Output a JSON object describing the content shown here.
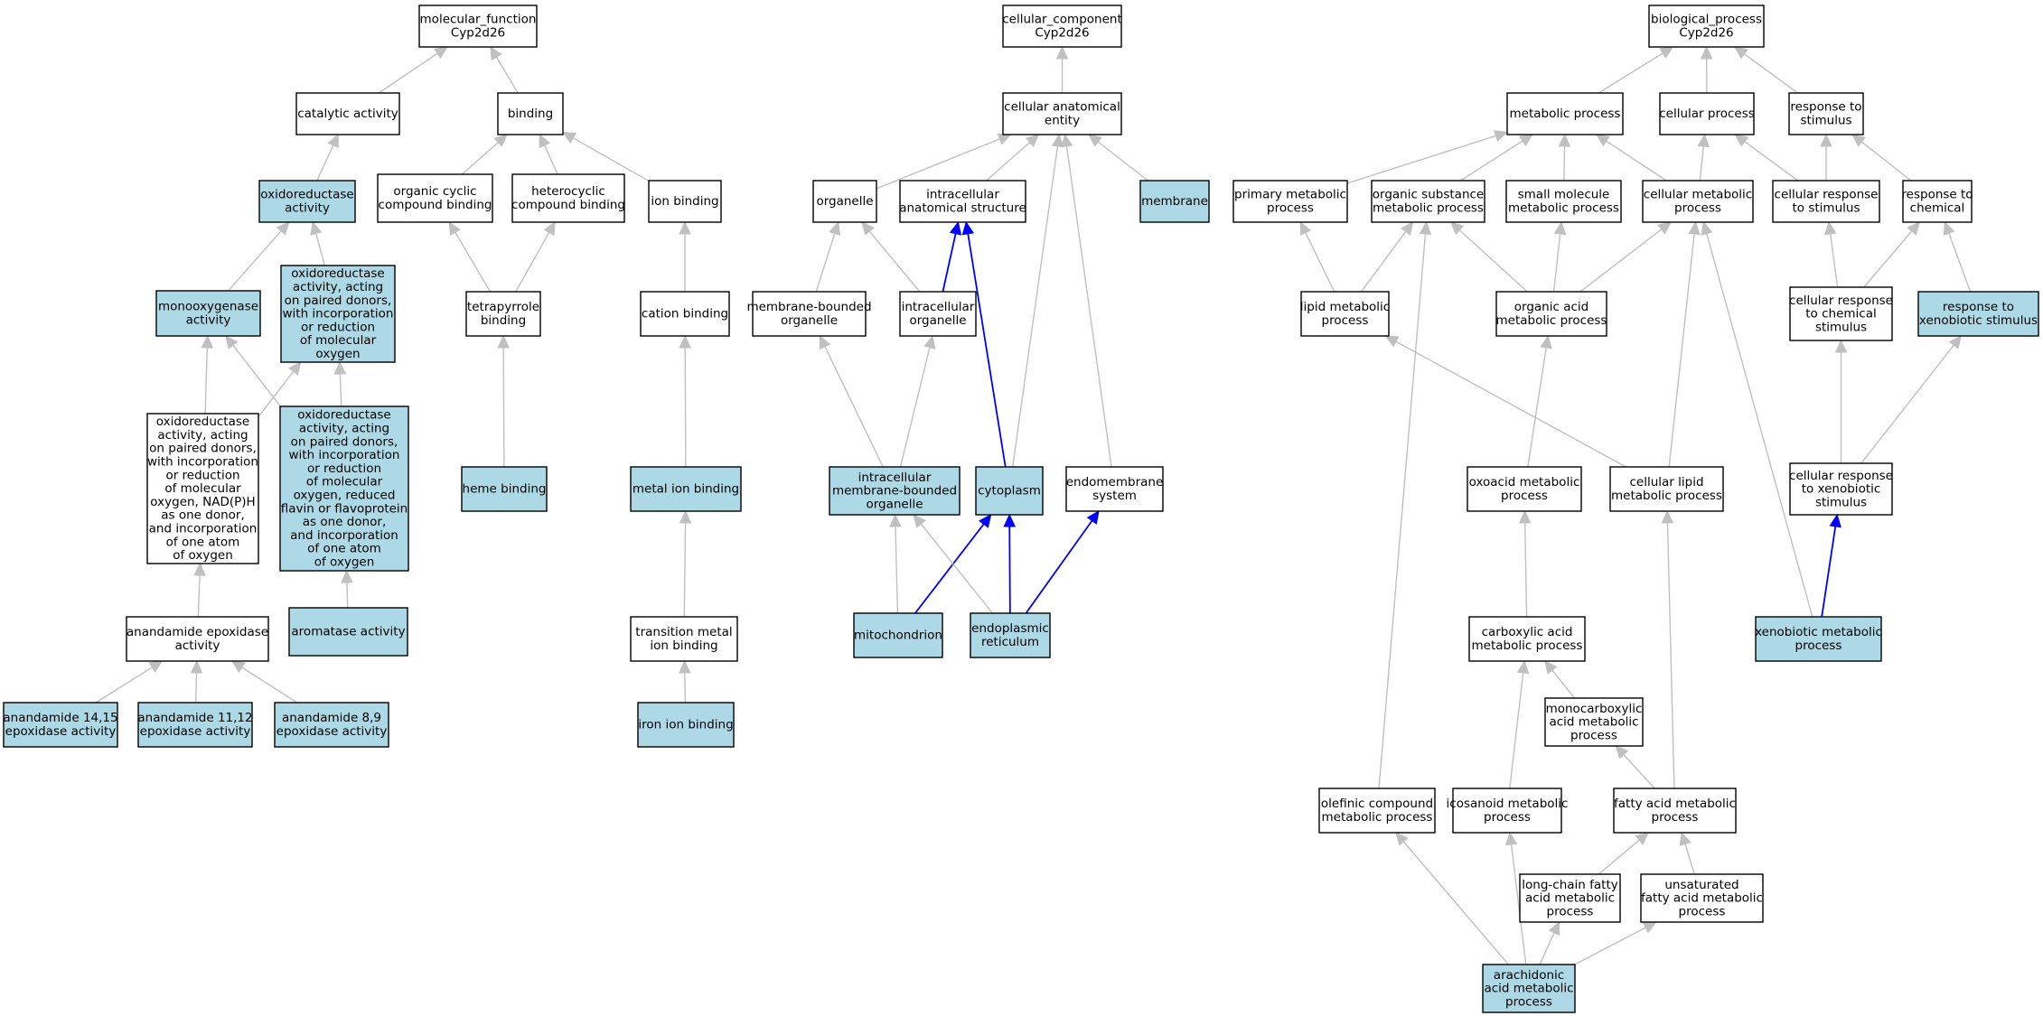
{
  "colors": {
    "highlight_fill": "#add8e6",
    "plain_fill": "#ffffff",
    "edge_gray": "#c0c0c0",
    "edge_blue": "#0000ff"
  },
  "nodes": [
    {
      "id": "mf_root",
      "lines": [
        "molecular_function",
        "Cyp2d26"
      ],
      "highlight": false
    },
    {
      "id": "catalytic",
      "lines": [
        "catalytic activity"
      ],
      "highlight": false
    },
    {
      "id": "binding",
      "lines": [
        "binding"
      ],
      "highlight": false
    },
    {
      "id": "oxidoreductase",
      "lines": [
        "oxidoreductase",
        "activity"
      ],
      "highlight": true
    },
    {
      "id": "org_cyclic",
      "lines": [
        "organic cyclic",
        "compound binding"
      ],
      "highlight": false
    },
    {
      "id": "heterocyclic",
      "lines": [
        "heterocyclic",
        "compound binding"
      ],
      "highlight": false
    },
    {
      "id": "ion_binding",
      "lines": [
        "ion binding"
      ],
      "highlight": false
    },
    {
      "id": "monooxygenase",
      "lines": [
        "monooxygenase",
        "activity"
      ],
      "highlight": true
    },
    {
      "id": "oxido_paired",
      "lines": [
        "oxidoreductase",
        "activity, acting",
        "on paired donors,",
        "with incorporation",
        "or reduction",
        "of molecular",
        "oxygen"
      ],
      "highlight": true
    },
    {
      "id": "tetrapyrrole",
      "lines": [
        "tetrapyrrole",
        "binding"
      ],
      "highlight": false
    },
    {
      "id": "cation",
      "lines": [
        "cation binding"
      ],
      "highlight": false
    },
    {
      "id": "oxido_nadph",
      "lines": [
        "oxidoreductase",
        "activity, acting",
        "on paired donors,",
        "with incorporation",
        "or reduction",
        "of molecular",
        "oxygen, NAD(P)H",
        "as one donor,",
        "and incorporation",
        "of one atom",
        "of oxygen"
      ],
      "highlight": false
    },
    {
      "id": "oxido_flavin",
      "lines": [
        "oxidoreductase",
        "activity, acting",
        "on paired donors,",
        "with incorporation",
        "or reduction",
        "of molecular",
        "oxygen, reduced",
        "flavin or flavoprotein",
        "as one donor,",
        "and incorporation",
        "of one atom",
        "of oxygen"
      ],
      "highlight": true
    },
    {
      "id": "heme",
      "lines": [
        "heme binding"
      ],
      "highlight": true
    },
    {
      "id": "metal_ion",
      "lines": [
        "metal ion binding"
      ],
      "highlight": true
    },
    {
      "id": "anandamide_epox",
      "lines": [
        "anandamide epoxidase",
        "activity"
      ],
      "highlight": false
    },
    {
      "id": "aromatase",
      "lines": [
        "aromatase activity"
      ],
      "highlight": true
    },
    {
      "id": "transition_metal",
      "lines": [
        "transition metal",
        "ion binding"
      ],
      "highlight": false
    },
    {
      "id": "anand1415",
      "lines": [
        "anandamide 14,15",
        "epoxidase activity"
      ],
      "highlight": true
    },
    {
      "id": "anand1112",
      "lines": [
        "anandamide 11,12",
        "epoxidase activity"
      ],
      "highlight": true
    },
    {
      "id": "anand89",
      "lines": [
        "anandamide 8,9",
        "epoxidase activity"
      ],
      "highlight": true
    },
    {
      "id": "iron_ion",
      "lines": [
        "iron ion binding"
      ],
      "highlight": true
    },
    {
      "id": "cc_root",
      "lines": [
        "cellular_component",
        "Cyp2d26"
      ],
      "highlight": false
    },
    {
      "id": "cell_anat",
      "lines": [
        "cellular anatomical",
        "entity"
      ],
      "highlight": false
    },
    {
      "id": "organelle",
      "lines": [
        "organelle"
      ],
      "highlight": false
    },
    {
      "id": "intracell_anat",
      "lines": [
        "intracellular",
        "anatomical structure"
      ],
      "highlight": false
    },
    {
      "id": "membrane",
      "lines": [
        "membrane"
      ],
      "highlight": true
    },
    {
      "id": "membrane_bounded",
      "lines": [
        "membrane-bounded",
        "organelle"
      ],
      "highlight": false
    },
    {
      "id": "intracell_org",
      "lines": [
        "intracellular",
        "organelle"
      ],
      "highlight": false
    },
    {
      "id": "intracell_mbo",
      "lines": [
        "intracellular",
        "membrane-bounded",
        "organelle"
      ],
      "highlight": true
    },
    {
      "id": "cytoplasm",
      "lines": [
        "cytoplasm"
      ],
      "highlight": true
    },
    {
      "id": "endomembrane",
      "lines": [
        "endomembrane",
        "system"
      ],
      "highlight": false
    },
    {
      "id": "mitochondrion",
      "lines": [
        "mitochondrion"
      ],
      "highlight": true
    },
    {
      "id": "er",
      "lines": [
        "endoplasmic",
        "reticulum"
      ],
      "highlight": true
    },
    {
      "id": "bp_root",
      "lines": [
        "biological_process",
        "Cyp2d26"
      ],
      "highlight": false
    },
    {
      "id": "metabolic",
      "lines": [
        "metabolic process"
      ],
      "highlight": false
    },
    {
      "id": "cellular_proc",
      "lines": [
        "cellular process"
      ],
      "highlight": false
    },
    {
      "id": "resp_stim",
      "lines": [
        "response to",
        "stimulus"
      ],
      "highlight": false
    },
    {
      "id": "primary_met",
      "lines": [
        "primary metabolic",
        "process"
      ],
      "highlight": false
    },
    {
      "id": "org_subst",
      "lines": [
        "organic substance",
        "metabolic process"
      ],
      "highlight": false
    },
    {
      "id": "small_mol",
      "lines": [
        "small molecule",
        "metabolic process"
      ],
      "highlight": false
    },
    {
      "id": "cell_met",
      "lines": [
        "cellular metabolic",
        "process"
      ],
      "highlight": false
    },
    {
      "id": "cell_resp_stim",
      "lines": [
        "cellular response",
        "to stimulus"
      ],
      "highlight": false
    },
    {
      "id": "resp_chem",
      "lines": [
        "response to",
        "chemical"
      ],
      "highlight": false
    },
    {
      "id": "lipid_met",
      "lines": [
        "lipid metabolic",
        "process"
      ],
      "highlight": false
    },
    {
      "id": "org_acid",
      "lines": [
        "organic acid",
        "metabolic process"
      ],
      "highlight": false
    },
    {
      "id": "cell_resp_chem",
      "lines": [
        "cellular response",
        "to chemical",
        "stimulus"
      ],
      "highlight": false
    },
    {
      "id": "resp_xeno",
      "lines": [
        "response to",
        "xenobiotic stimulus"
      ],
      "highlight": true
    },
    {
      "id": "oxoacid",
      "lines": [
        "oxoacid metabolic",
        "process"
      ],
      "highlight": false
    },
    {
      "id": "cell_lipid",
      "lines": [
        "cellular lipid",
        "metabolic process"
      ],
      "highlight": false
    },
    {
      "id": "cell_resp_xeno",
      "lines": [
        "cellular response",
        "to xenobiotic",
        "stimulus"
      ],
      "highlight": false
    },
    {
      "id": "carboxylic",
      "lines": [
        "carboxylic acid",
        "metabolic process"
      ],
      "highlight": false
    },
    {
      "id": "xeno_met",
      "lines": [
        "xenobiotic metabolic",
        "process"
      ],
      "highlight": true
    },
    {
      "id": "monocarboxylic",
      "lines": [
        "monocarboxylic",
        "acid metabolic",
        "process"
      ],
      "highlight": false
    },
    {
      "id": "olefinic",
      "lines": [
        "olefinic compound",
        "metabolic process"
      ],
      "highlight": false
    },
    {
      "id": "icosanoid",
      "lines": [
        "icosanoid metabolic",
        "process"
      ],
      "highlight": false
    },
    {
      "id": "fatty_acid",
      "lines": [
        "fatty acid metabolic",
        "process"
      ],
      "highlight": false
    },
    {
      "id": "long_chain",
      "lines": [
        "long-chain fatty",
        "acid metabolic",
        "process"
      ],
      "highlight": false
    },
    {
      "id": "unsat_fatty",
      "lines": [
        "unsaturated",
        "fatty acid metabolic",
        "process"
      ],
      "highlight": false
    },
    {
      "id": "arachidonic",
      "lines": [
        "arachidonic",
        "acid metabolic",
        "process"
      ],
      "highlight": true
    }
  ],
  "edges": [
    {
      "from": "catalytic",
      "to": "mf_root",
      "color": "gray"
    },
    {
      "from": "binding",
      "to": "mf_root",
      "color": "gray"
    },
    {
      "from": "oxidoreductase",
      "to": "catalytic",
      "color": "gray"
    },
    {
      "from": "org_cyclic",
      "to": "binding",
      "color": "gray"
    },
    {
      "from": "heterocyclic",
      "to": "binding",
      "color": "gray"
    },
    {
      "from": "ion_binding",
      "to": "binding",
      "color": "gray"
    },
    {
      "from": "monooxygenase",
      "to": "oxidoreductase",
      "color": "gray"
    },
    {
      "from": "oxido_paired",
      "to": "oxidoreductase",
      "color": "gray"
    },
    {
      "from": "tetrapyrrole",
      "to": "org_cyclic",
      "color": "gray"
    },
    {
      "from": "tetrapyrrole",
      "to": "heterocyclic",
      "color": "gray"
    },
    {
      "from": "cation",
      "to": "ion_binding",
      "color": "gray"
    },
    {
      "from": "oxido_nadph",
      "to": "monooxygenase",
      "color": "gray"
    },
    {
      "from": "oxido_nadph",
      "to": "oxido_paired",
      "color": "gray"
    },
    {
      "from": "oxido_flavin",
      "to": "monooxygenase",
      "color": "gray"
    },
    {
      "from": "oxido_flavin",
      "to": "oxido_paired",
      "color": "gray"
    },
    {
      "from": "heme",
      "to": "tetrapyrrole",
      "color": "gray"
    },
    {
      "from": "metal_ion",
      "to": "cation",
      "color": "gray"
    },
    {
      "from": "anandamide_epox",
      "to": "oxido_nadph",
      "color": "gray"
    },
    {
      "from": "aromatase",
      "to": "oxido_flavin",
      "color": "gray"
    },
    {
      "from": "transition_metal",
      "to": "metal_ion",
      "color": "gray"
    },
    {
      "from": "anand1415",
      "to": "anandamide_epox",
      "color": "gray"
    },
    {
      "from": "anand1112",
      "to": "anandamide_epox",
      "color": "gray"
    },
    {
      "from": "anand89",
      "to": "anandamide_epox",
      "color": "gray"
    },
    {
      "from": "iron_ion",
      "to": "transition_metal",
      "color": "gray"
    },
    {
      "from": "cell_anat",
      "to": "cc_root",
      "color": "gray"
    },
    {
      "from": "organelle",
      "to": "cell_anat",
      "color": "gray"
    },
    {
      "from": "intracell_anat",
      "to": "cell_anat",
      "color": "gray"
    },
    {
      "from": "membrane",
      "to": "cell_anat",
      "color": "gray"
    },
    {
      "from": "membrane_bounded",
      "to": "organelle",
      "color": "gray"
    },
    {
      "from": "intracell_org",
      "to": "organelle",
      "color": "gray"
    },
    {
      "from": "intracell_org",
      "to": "intracell_anat",
      "color": "blue"
    },
    {
      "from": "cytoplasm",
      "to": "intracell_anat",
      "color": "blue"
    },
    {
      "from": "cytoplasm",
      "to": "cell_anat",
      "color": "gray"
    },
    {
      "from": "endomembrane",
      "to": "cell_anat",
      "color": "gray"
    },
    {
      "from": "intracell_mbo",
      "to": "membrane_bounded",
      "color": "gray"
    },
    {
      "from": "intracell_mbo",
      "to": "intracell_org",
      "color": "gray"
    },
    {
      "from": "mitochondrion",
      "to": "intracell_mbo",
      "color": "gray"
    },
    {
      "from": "mitochondrion",
      "to": "cytoplasm",
      "color": "blue"
    },
    {
      "from": "er",
      "to": "intracell_mbo",
      "color": "gray"
    },
    {
      "from": "er",
      "to": "cytoplasm",
      "color": "blue"
    },
    {
      "from": "er",
      "to": "endomembrane",
      "color": "blue"
    },
    {
      "from": "metabolic",
      "to": "bp_root",
      "color": "gray"
    },
    {
      "from": "cellular_proc",
      "to": "bp_root",
      "color": "gray"
    },
    {
      "from": "resp_stim",
      "to": "bp_root",
      "color": "gray"
    },
    {
      "from": "primary_met",
      "to": "metabolic",
      "color": "gray"
    },
    {
      "from": "org_subst",
      "to": "metabolic",
      "color": "gray"
    },
    {
      "from": "small_mol",
      "to": "metabolic",
      "color": "gray"
    },
    {
      "from": "cell_met",
      "to": "metabolic",
      "color": "gray"
    },
    {
      "from": "cell_met",
      "to": "cellular_proc",
      "color": "gray"
    },
    {
      "from": "cell_resp_stim",
      "to": "cellular_proc",
      "color": "gray"
    },
    {
      "from": "cell_resp_stim",
      "to": "resp_stim",
      "color": "gray"
    },
    {
      "from": "resp_chem",
      "to": "resp_stim",
      "color": "gray"
    },
    {
      "from": "lipid_met",
      "to": "primary_met",
      "color": "gray"
    },
    {
      "from": "lipid_met",
      "to": "org_subst",
      "color": "gray"
    },
    {
      "from": "org_acid",
      "to": "org_subst",
      "color": "gray"
    },
    {
      "from": "org_acid",
      "to": "small_mol",
      "color": "gray"
    },
    {
      "from": "org_acid",
      "to": "cell_met",
      "color": "gray"
    },
    {
      "from": "cell_resp_chem",
      "to": "cell_resp_stim",
      "color": "gray"
    },
    {
      "from": "cell_resp_chem",
      "to": "resp_chem",
      "color": "gray"
    },
    {
      "from": "resp_xeno",
      "to": "resp_chem",
      "color": "gray"
    },
    {
      "from": "oxoacid",
      "to": "org_acid",
      "color": "gray"
    },
    {
      "from": "cell_lipid",
      "to": "lipid_met",
      "color": "gray"
    },
    {
      "from": "cell_lipid",
      "to": "cell_met",
      "color": "gray"
    },
    {
      "from": "cell_resp_xeno",
      "to": "cell_resp_chem",
      "color": "gray"
    },
    {
      "from": "cell_resp_xeno",
      "to": "resp_xeno",
      "color": "gray"
    },
    {
      "from": "carboxylic",
      "to": "oxoacid",
      "color": "gray"
    },
    {
      "from": "xeno_met",
      "to": "cell_met",
      "color": "gray"
    },
    {
      "from": "xeno_met",
      "to": "cell_resp_xeno",
      "color": "blue"
    },
    {
      "from": "monocarboxylic",
      "to": "carboxylic",
      "color": "gray"
    },
    {
      "from": "olefinic",
      "to": "org_subst",
      "color": "gray"
    },
    {
      "from": "icosanoid",
      "to": "carboxylic",
      "color": "gray"
    },
    {
      "from": "fatty_acid",
      "to": "monocarboxylic",
      "color": "gray"
    },
    {
      "from": "fatty_acid",
      "to": "cell_lipid",
      "color": "gray"
    },
    {
      "from": "long_chain",
      "to": "fatty_acid",
      "color": "gray"
    },
    {
      "from": "unsat_fatty",
      "to": "fatty_acid",
      "color": "gray"
    },
    {
      "from": "arachidonic",
      "to": "olefinic",
      "color": "gray"
    },
    {
      "from": "arachidonic",
      "to": "icosanoid",
      "color": "gray"
    },
    {
      "from": "arachidonic",
      "to": "long_chain",
      "color": "gray"
    },
    {
      "from": "arachidonic",
      "to": "unsat_fatty",
      "color": "gray"
    }
  ]
}
